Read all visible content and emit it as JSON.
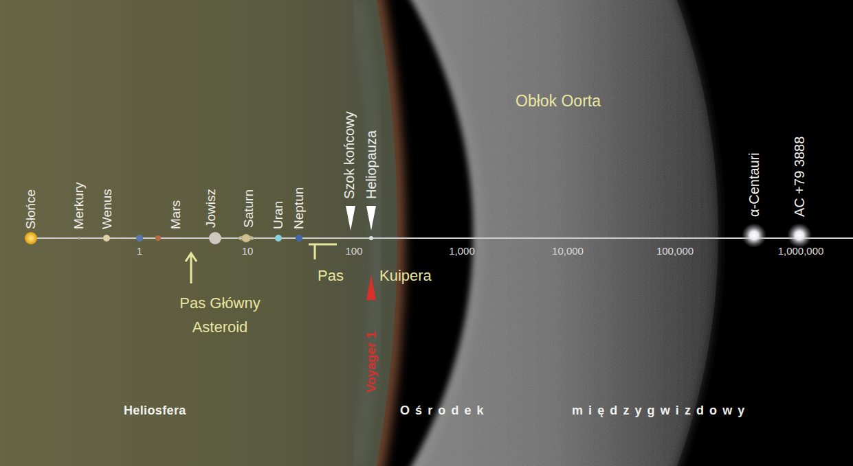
{
  "diagram": {
    "nodes": [
      {
        "text": [
          "Heliosfera"
        ]
      },
      {
        "text": [
          "Ośrodek",
          "międzygwizdowy"
        ]
      },
      {
        "text": [
          "Obłok Oorta"
        ],
        "in": 1
      }
    ],
    "labels": [
      "Słońce",
      "Merkury",
      "Wenus",
      "Mars",
      "Jowisz",
      "Saturn",
      "Uran",
      "Neptun",
      "Szok końcowy",
      "Heliopauza",
      "α-Centauri",
      "AC +79 3888",
      "1",
      "10",
      "100",
      "1,000",
      "10,000",
      "100,000",
      "1,000,000",
      "Pas Główny Asteroid",
      "Pas",
      "Kuipera",
      "Voyager 1"
    ]
  }
}
